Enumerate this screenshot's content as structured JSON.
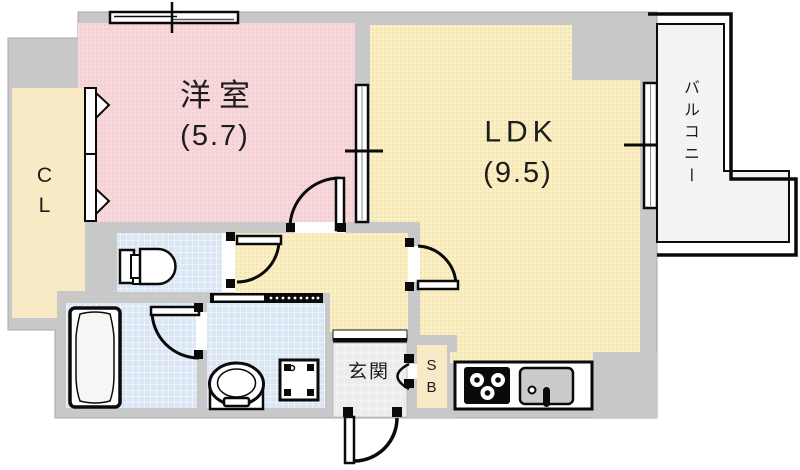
{
  "floor_plan": {
    "western_room": {
      "name": "洋室",
      "area": "(5.7)"
    },
    "ldk": {
      "name": "LDK",
      "area": "(9.5)"
    },
    "closet": {
      "name": "CL"
    },
    "balcony": {
      "name": "バルコニー"
    },
    "entrance": {
      "name": "玄関"
    },
    "shoe_box": {
      "name": "SB"
    },
    "fixtures": [
      "toilet",
      "bathtub",
      "wash-basin",
      "washing-machine-pan",
      "gas-stove",
      "kitchen-sink",
      "closet-folding-doors",
      "entrance-door",
      "sliding-window",
      "room-divider-window",
      "balcony-window",
      "washroom-sliding-door"
    ],
    "colors": {
      "wall_gray": "#c8c8c8",
      "western_room_pink": "#f7d7da",
      "ldk_yellow": "#faeec3",
      "wet_area_blue": "#dbe6f4",
      "closet_cream": "#f9eac6",
      "balcony_gray": "#f3f3f3",
      "entrance_floor": "#ececec",
      "line_black": "#0a0a0a"
    }
  }
}
